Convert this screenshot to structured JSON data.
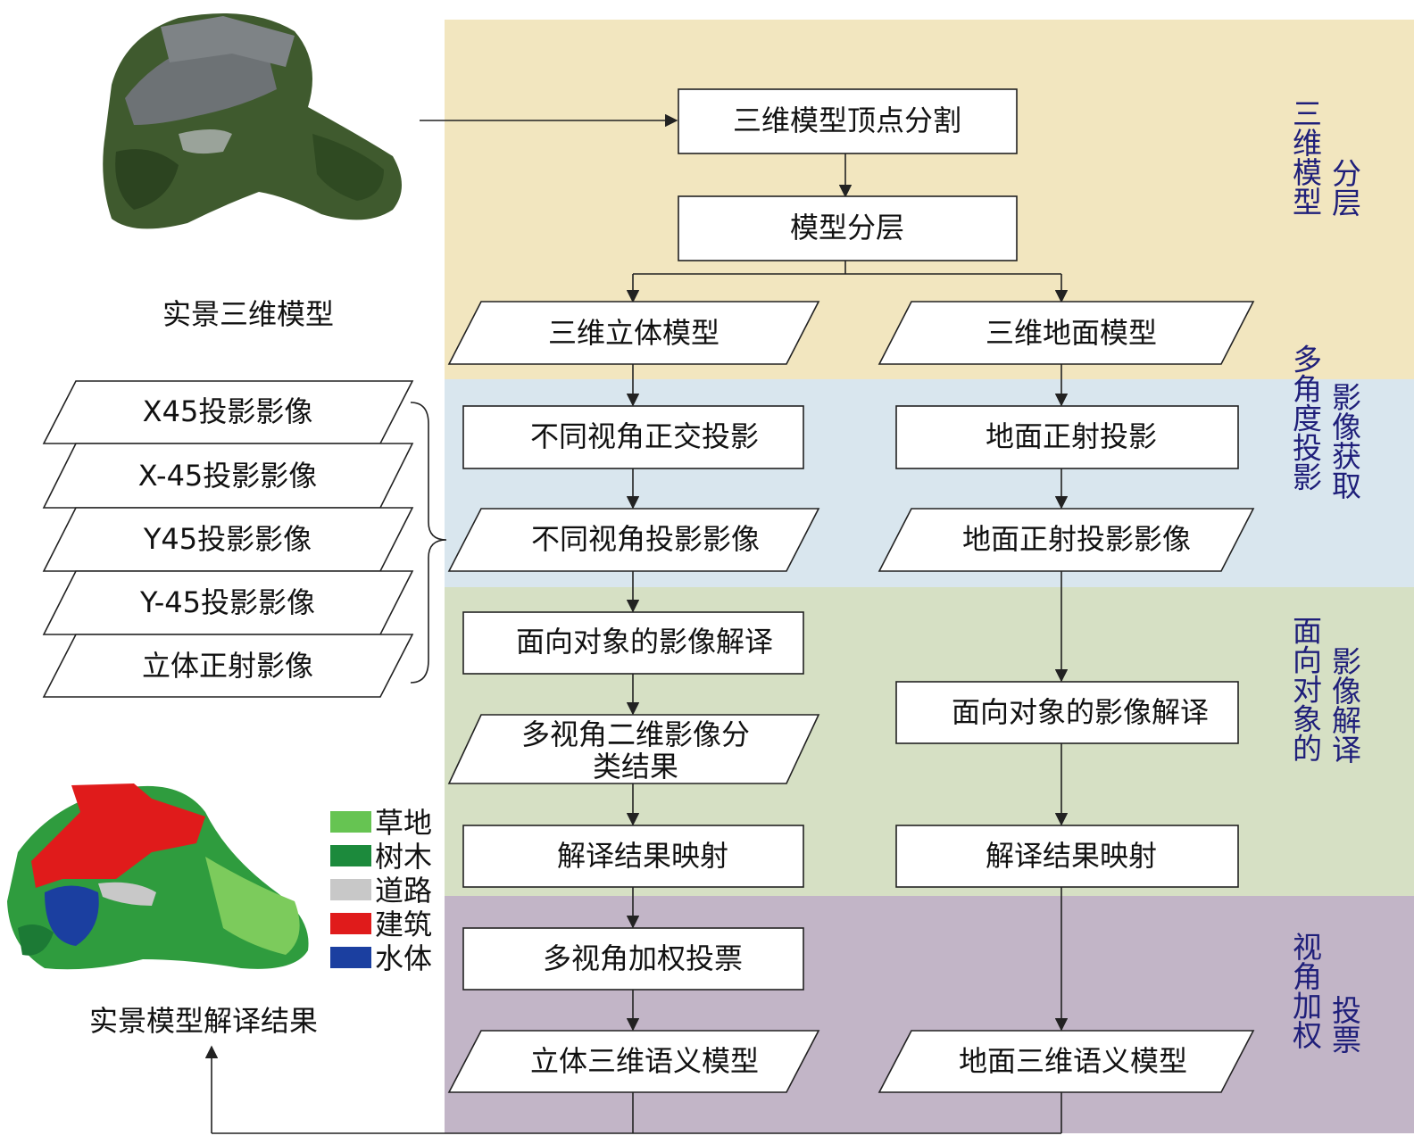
{
  "colors": {
    "band_model": "#f2e6bf",
    "band_image": "#d9e6ee",
    "band_interpret": "#d6e0c4",
    "band_vote": "#c2b5c7",
    "side_label": "#1f1f7a",
    "legend_grass": "#66c452",
    "legend_tree": "#1c8a3c",
    "legend_road": "#c8c8c8",
    "legend_building": "#e01b1b",
    "legend_water": "#1b3fa0"
  },
  "captions": {
    "input_model": "实景三维模型",
    "output_model": "实景模型解译结果"
  },
  "stages": {
    "stage1": {
      "left": "三维模型",
      "right": "分层"
    },
    "stage2": {
      "left": "多角度投影",
      "right": "影像获取"
    },
    "stage3": {
      "left": "面向对象的",
      "right": "影像解译"
    },
    "stage4": {
      "left": "视角加权",
      "right": "投票"
    }
  },
  "flow": {
    "top": {
      "vertex_split": "三维模型顶点分割",
      "layering": "模型分层"
    },
    "left": {
      "stereo_model": "三维立体模型",
      "ortho_proj": "不同视角正交投影",
      "proj_images": "不同视角投影影像",
      "obia": "面向对象的影像解译",
      "class_result_line1": "多视角二维影像分",
      "class_result_line2": "类结果",
      "mapping": "解译结果映射",
      "voting": "多视角加权投票",
      "semantic": "立体三维语义模型"
    },
    "right": {
      "ground_model": "三维地面模型",
      "ground_ortho": "地面正射投影",
      "ground_images": "地面正射投影影像",
      "obia": "面向对象的影像解译",
      "mapping": "解译结果映射",
      "semantic": "地面三维语义模型"
    }
  },
  "projection_images": [
    "X45投影影像",
    "X-45投影影像",
    "Y45投影影像",
    "Y-45投影影像",
    "立体正射影像"
  ],
  "legend": [
    {
      "label": "草地",
      "color_key": "legend_grass"
    },
    {
      "label": "树木",
      "color_key": "legend_tree"
    },
    {
      "label": "道路",
      "color_key": "legend_road"
    },
    {
      "label": "建筑",
      "color_key": "legend_building"
    },
    {
      "label": "水体",
      "color_key": "legend_water"
    }
  ]
}
